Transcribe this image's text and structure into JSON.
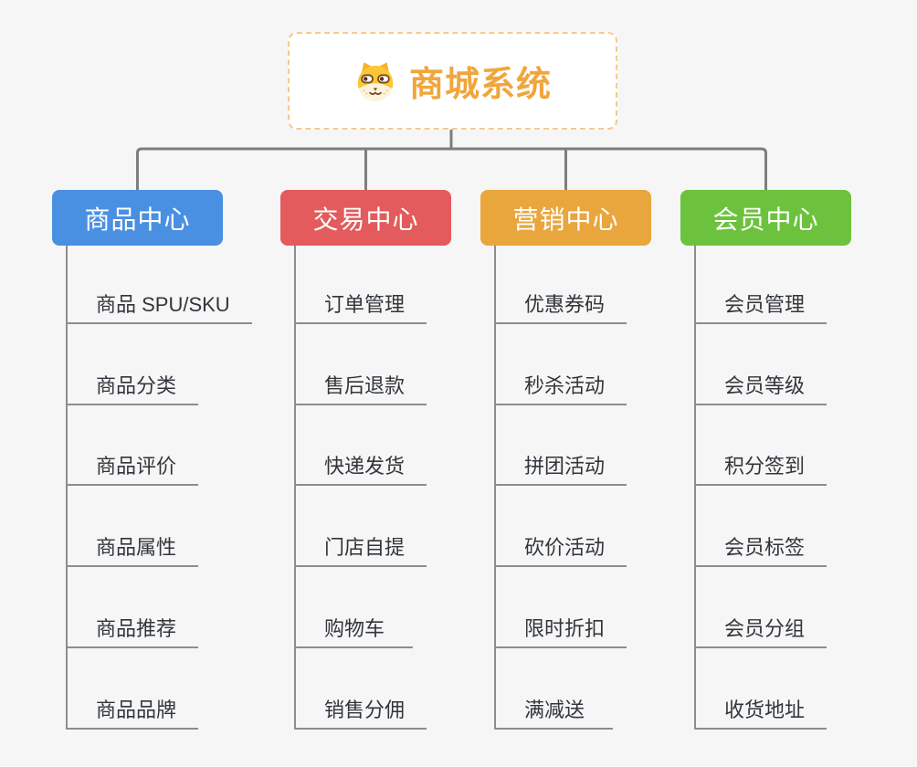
{
  "root": {
    "title": "商城系统",
    "icon": "dog-face-icon"
  },
  "branches": [
    {
      "label": "商品中心",
      "color": "#4a90e2",
      "items": [
        "商品 SPU/SKU",
        "商品分类",
        "商品评价",
        "商品属性",
        "商品推荐",
        "商品品牌"
      ]
    },
    {
      "label": "交易中心",
      "color": "#e35b5c",
      "items": [
        "订单管理",
        "售后退款",
        "快递发货",
        "门店自提",
        "购物车",
        "销售分佣"
      ]
    },
    {
      "label": "营销中心",
      "color": "#e9a63d",
      "items": [
        "优惠券码",
        "秒杀活动",
        "拼团活动",
        "砍价活动",
        "限时折扣",
        "满减送"
      ]
    },
    {
      "label": "会员中心",
      "color": "#6cc23d",
      "items": [
        "会员管理",
        "会员等级",
        "积分签到",
        "会员标签",
        "会员分组",
        "收货地址"
      ]
    }
  ],
  "colors": {
    "background": "#f5f6f5",
    "root_accent": "#f0a63c",
    "root_border": "#f6ca8e",
    "connector_gray": "#7e7e7e",
    "child_line_gray": "#8d8d8d",
    "child_text": "#32363c"
  }
}
